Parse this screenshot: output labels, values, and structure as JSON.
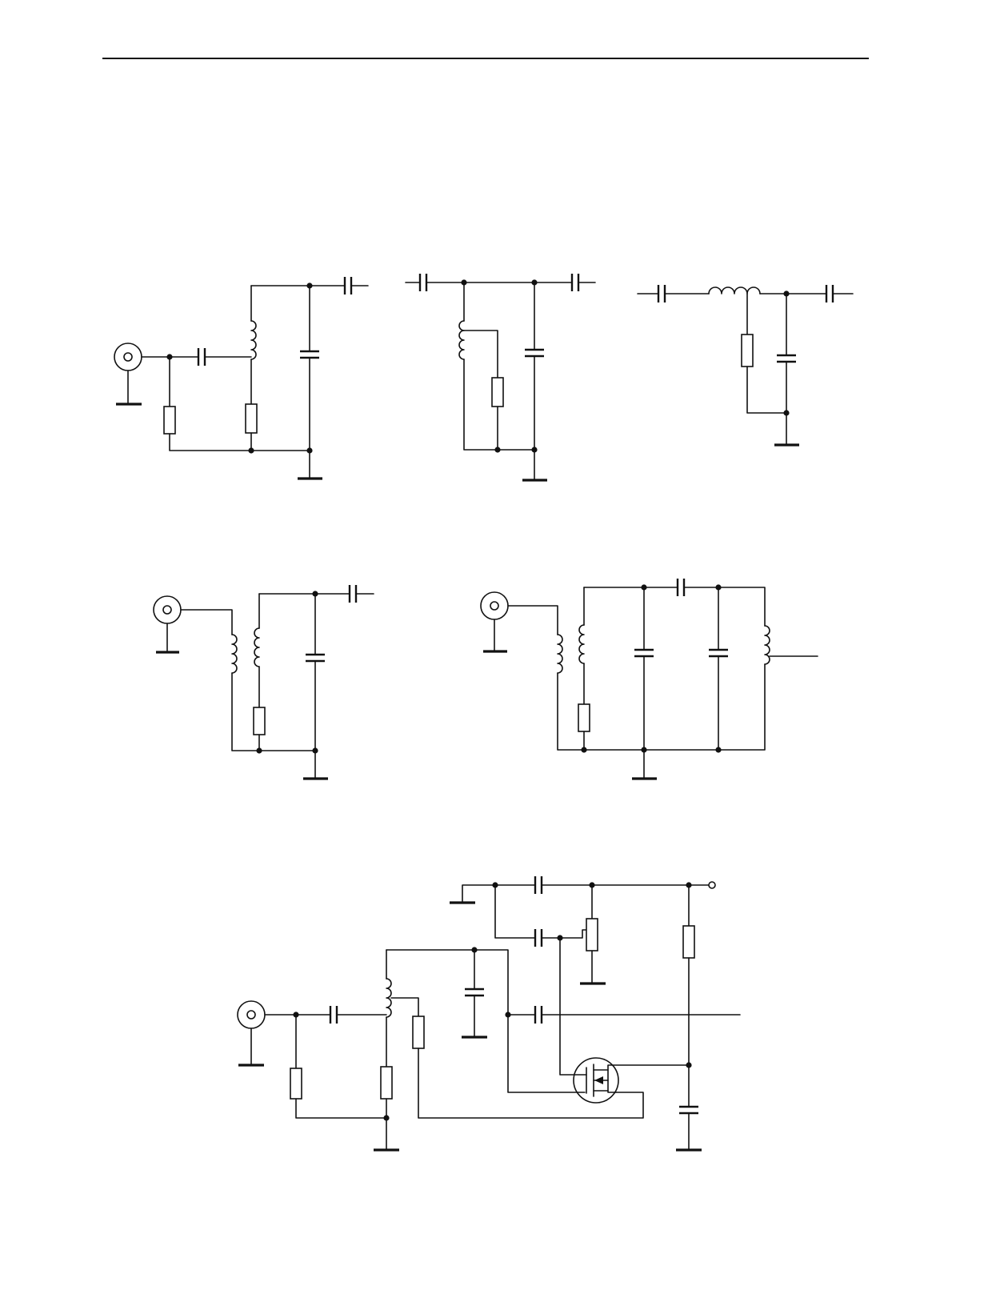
{
  "figures": [
    {
      "id": "circuit-a",
      "kind": "tapped-coil input network"
    },
    {
      "id": "circuit-b",
      "kind": "tapped-coil coupling network"
    },
    {
      "id": "circuit-c",
      "kind": "series inductor coupling network"
    },
    {
      "id": "circuit-d",
      "kind": "transformer input network"
    },
    {
      "id": "circuit-e",
      "kind": "coupled dual resonator network"
    },
    {
      "id": "circuit-f",
      "kind": "MOSFET amplifier stage"
    }
  ],
  "icons": [
    "coax-connector-icon",
    "ground-icon",
    "capacitor-icon",
    "resistor-icon",
    "inductor-icon",
    "mosfet-icon",
    "terminal-icon"
  ],
  "colors": {
    "ink": "#111111",
    "paper": "#ffffff"
  }
}
